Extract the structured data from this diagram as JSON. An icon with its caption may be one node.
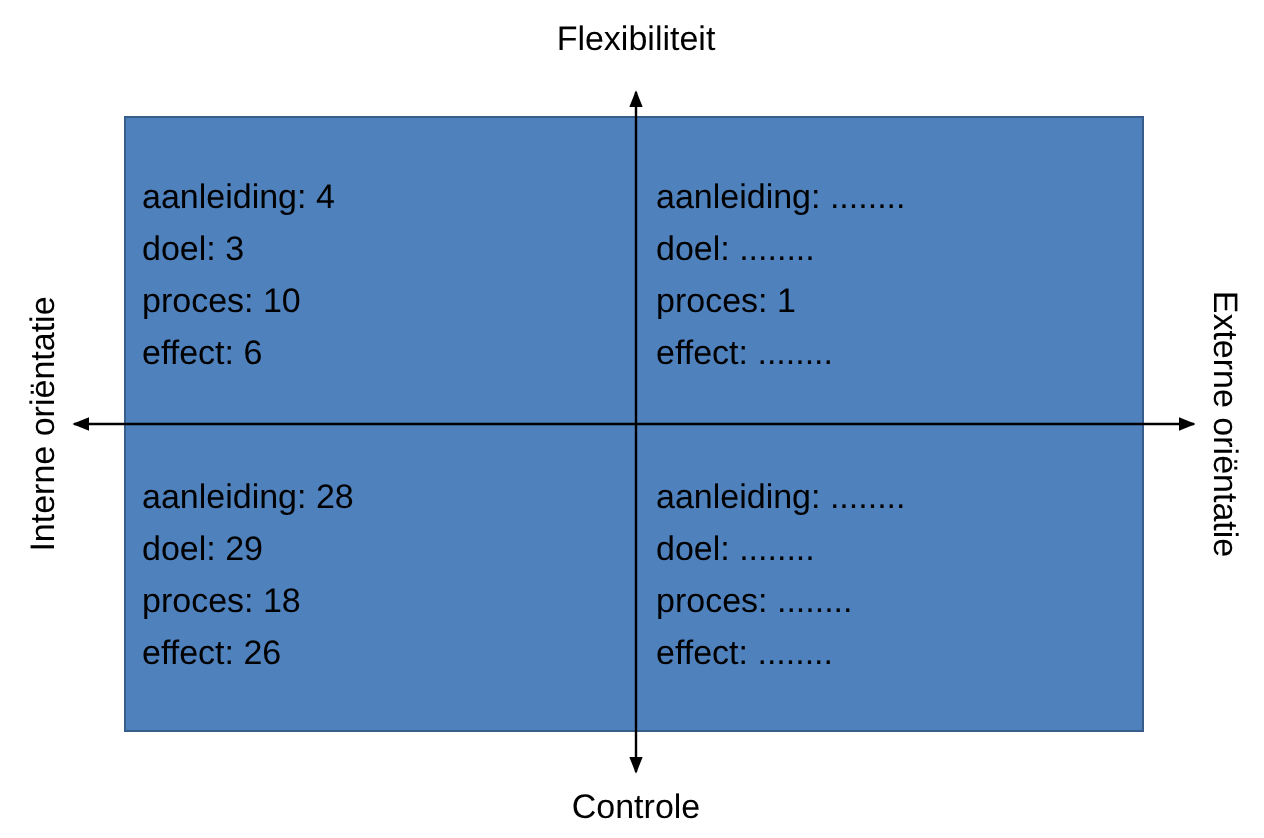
{
  "diagram": {
    "nodes": [
      {
        "text": [
          "aanleiding: 4",
          "doel: 3",
          "proces: 10",
          "effect: 6",
          "aanleiding: ........",
          "doel: ........",
          "proces: 1",
          "effect: ........",
          "aanleiding: 28",
          "doel: 29",
          "proces: 18",
          "effect: 26",
          "aanleiding: ........",
          "doel: ........",
          "proces: ........",
          "effect: ........"
        ]
      }
    ],
    "labels": [
      "Flexibiliteit",
      "Interne oriëntatie",
      "Externe oriëntatie",
      "Controle"
    ]
  }
}
